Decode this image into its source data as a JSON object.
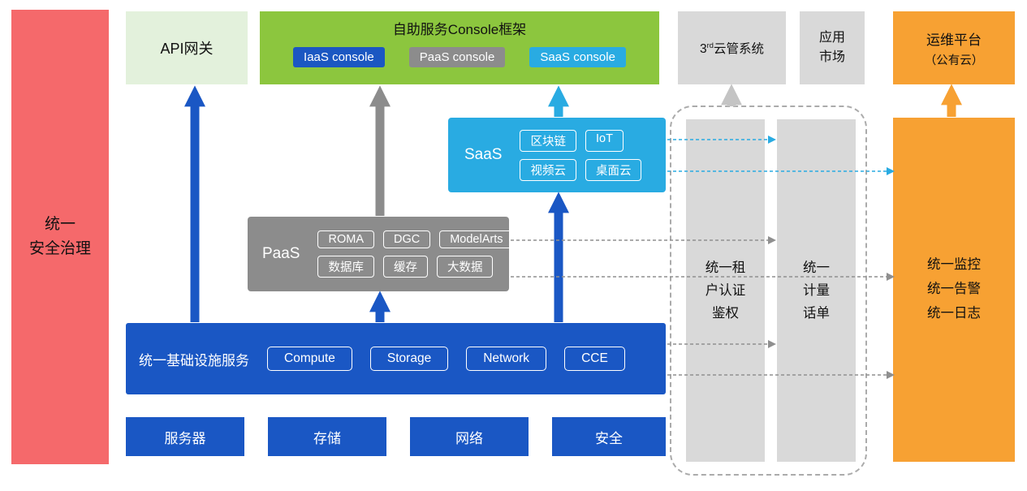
{
  "colors": {
    "red": "#F5696B",
    "pale_green": "#E3F1DC",
    "green": "#8CC63E",
    "blue": "#1A57C4",
    "gray": "#8C8C8C",
    "light_gray": "#D9D9D9",
    "cyan": "#29ABE2",
    "orange": "#F7A133"
  },
  "security_bar": {
    "label": "统一\n安全治理"
  },
  "api_gateway": {
    "label": "API网关"
  },
  "console": {
    "title": "自助服务Console框架",
    "buttons": [
      {
        "label": "IaaS console"
      },
      {
        "label": "PaaS console"
      },
      {
        "label": "SaaS console"
      }
    ]
  },
  "third_party_cloud": {
    "prefix": "3",
    "sup": "rd",
    "suffix": "云管系统"
  },
  "app_market": {
    "label": "应用\n市场"
  },
  "ops_platform": {
    "line1": "运维平台",
    "line2": "（公有云）"
  },
  "saas": {
    "label": "SaaS",
    "items": [
      "区块链",
      "IoT",
      "视频云",
      "桌面云"
    ]
  },
  "paas": {
    "label": "PaaS",
    "items": [
      "ROMA",
      "DGC",
      "ModelArts",
      "数据库",
      "缓存",
      "大数据"
    ]
  },
  "infrastructure": {
    "label": "统一基础设施服务",
    "items": [
      "Compute",
      "Storage",
      "Network",
      "CCE"
    ]
  },
  "hardware": {
    "items": [
      "服务器",
      "存储",
      "网络",
      "安全"
    ]
  },
  "auth_bar": {
    "label": "统一租\n户认证\n鉴权"
  },
  "metering_bar": {
    "label": "统一\n计量\n话单"
  },
  "monitoring_bar": {
    "label": "统一监控\n统一告警\n统一日志"
  }
}
